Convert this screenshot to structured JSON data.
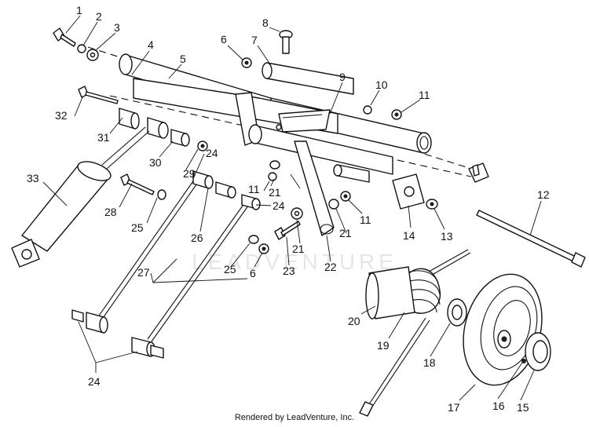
{
  "watermark": "LEADVENTURE",
  "footer": "Rendered by LeadVenture, Inc.",
  "callouts": [
    {
      "id": "c1",
      "text": "1"
    },
    {
      "id": "c2",
      "text": "2"
    },
    {
      "id": "c3",
      "text": "3"
    },
    {
      "id": "c4",
      "text": "4"
    },
    {
      "id": "c5",
      "text": "5"
    },
    {
      "id": "c6a",
      "text": "6"
    },
    {
      "id": "c7",
      "text": "7"
    },
    {
      "id": "c8",
      "text": "8"
    },
    {
      "id": "c9",
      "text": "9"
    },
    {
      "id": "c10",
      "text": "10"
    },
    {
      "id": "c11a",
      "text": "11"
    },
    {
      "id": "c12",
      "text": "12"
    },
    {
      "id": "c32",
      "text": "32"
    },
    {
      "id": "c31",
      "text": "31"
    },
    {
      "id": "c24a",
      "text": "24"
    },
    {
      "id": "c30",
      "text": "30"
    },
    {
      "id": "c29",
      "text": "29"
    },
    {
      "id": "c33",
      "text": "33"
    },
    {
      "id": "c28",
      "text": "28"
    },
    {
      "id": "c25a",
      "text": "25"
    },
    {
      "id": "c21a",
      "text": "21"
    },
    {
      "id": "c11b",
      "text": "11"
    },
    {
      "id": "c24b",
      "text": "24"
    },
    {
      "id": "c26",
      "text": "26"
    },
    {
      "id": "c11c",
      "text": "11"
    },
    {
      "id": "c14",
      "text": "14"
    },
    {
      "id": "c13",
      "text": "13"
    },
    {
      "id": "c21b",
      "text": "21"
    },
    {
      "id": "c21c",
      "text": "21"
    },
    {
      "id": "c25b",
      "text": "25"
    },
    {
      "id": "c6b",
      "text": "6"
    },
    {
      "id": "c23",
      "text": "23"
    },
    {
      "id": "c22",
      "text": "22"
    },
    {
      "id": "c27",
      "text": "27"
    },
    {
      "id": "c20",
      "text": "20"
    },
    {
      "id": "c19",
      "text": "19"
    },
    {
      "id": "c18",
      "text": "18"
    },
    {
      "id": "c17",
      "text": "17"
    },
    {
      "id": "c16",
      "text": "16"
    },
    {
      "id": "c15",
      "text": "15"
    },
    {
      "id": "c24c",
      "text": "24"
    }
  ]
}
